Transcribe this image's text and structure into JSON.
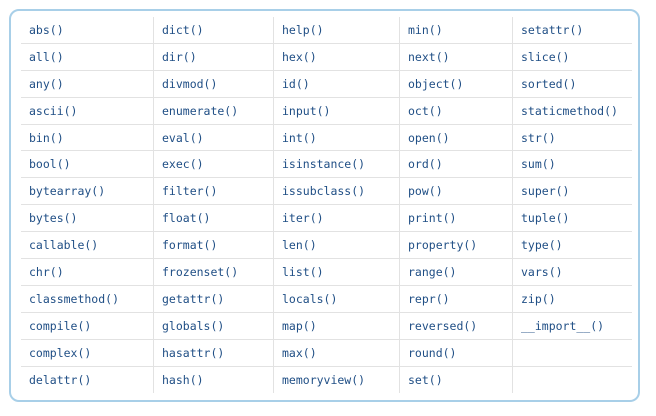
{
  "columns": [
    [
      "abs()",
      "all()",
      "any()",
      "ascii()",
      "bin()",
      "bool()",
      "bytearray()",
      "bytes()",
      "callable()",
      "chr()",
      "classmethod()",
      "compile()",
      "complex()",
      "delattr()"
    ],
    [
      "dict()",
      "dir()",
      "divmod()",
      "enumerate()",
      "eval()",
      "exec()",
      "filter()",
      "float()",
      "format()",
      "frozenset()",
      "getattr()",
      "globals()",
      "hasattr()",
      "hash()"
    ],
    [
      "help()",
      "hex()",
      "id()",
      "input()",
      "int()",
      "isinstance()",
      "issubclass()",
      "iter()",
      "len()",
      "list()",
      "locals()",
      "map()",
      "max()",
      "memoryview()"
    ],
    [
      "min()",
      "next()",
      "object()",
      "oct()",
      "open()",
      "ord()",
      "pow()",
      "print()",
      "property()",
      "range()",
      "repr()",
      "reversed()",
      "round()",
      "set()"
    ],
    [
      "setattr()",
      "slice()",
      "sorted()",
      "staticmethod()",
      "str()",
      "sum()",
      "super()",
      "tuple()",
      "type()",
      "vars()",
      "zip()",
      "__import__()",
      "",
      ""
    ]
  ],
  "colors": {
    "text": "#1f4e85",
    "border": "#a8cfe8",
    "divider": "#e2e2e2"
  }
}
